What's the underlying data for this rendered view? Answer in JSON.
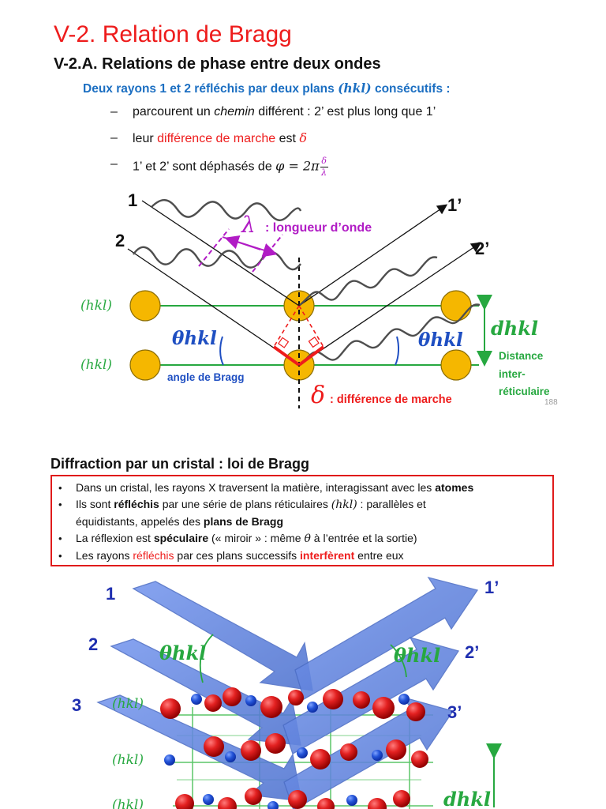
{
  "header": {
    "title": "V-2. Relation de Bragg",
    "subtitle": "V-2.A. Relations de phase entre deux ondes",
    "intro": "Deux rayons 1 et 2 réfléchis par deux plans",
    "intro_math": "(hkl)",
    "intro_suffix": "consécutifs :"
  },
  "bullets": [
    {
      "prefix": "parcourent un ",
      "emphasis": "chemin",
      "suffix": " différent : 2’ est plus long que 1’"
    },
    {
      "prefix": "leur ",
      "highlight": "différence de marche",
      "middle": " est ",
      "symbol": "δ"
    },
    {
      "prefix": "1’ et 2’ sont déphasés de ",
      "formula": "φ = 2π",
      "fraction_num": "δ",
      "fraction_den": "λ"
    }
  ],
  "diagram_top": {
    "ray_labels": [
      "1",
      "2",
      "1’",
      "2’"
    ],
    "plane_labels": [
      "(hkl)",
      "(hkl)"
    ],
    "lambda_symbol": "λ",
    "lambda_text": ": longueur d’onde",
    "theta_symbol": "θhkl",
    "angle_label": "angle de Bragg",
    "delta_symbol": "δ",
    "delta_text": ": différence de marche",
    "d_symbol": "dhkl",
    "distance_label": [
      "Distance",
      "inter-",
      "réticulaire"
    ],
    "slide_number": "188"
  },
  "section2": {
    "title": "Diffraction par un cristal : loi de Bragg",
    "items": [
      {
        "parts": [
          {
            "text": "Dans un cristal, les rayons X traversent la matière, interagissant avec les ",
            "style": "normal"
          },
          {
            "text": "atomes",
            "style": "bold"
          }
        ]
      },
      {
        "parts": [
          {
            "text": "Ils sont ",
            "style": "normal"
          },
          {
            "text": "réfléchis",
            "style": "bold"
          },
          {
            "text": " par une série de plans réticulaires ",
            "style": "normal"
          },
          {
            "text": "(hkl)",
            "style": "math"
          },
          {
            "text": " : parallèles et",
            "style": "normal"
          }
        ]
      },
      {
        "parts": [
          {
            "text": "équidistants, appelés des ",
            "style": "normal"
          },
          {
            "text": "plans de Bragg",
            "style": "bold"
          }
        ]
      },
      {
        "parts": [
          {
            "text": "La réflexion est ",
            "style": "normal"
          },
          {
            "text": "spéculaire",
            "style": "bold"
          },
          {
            "text": " (« miroir » : même ",
            "style": "normal"
          },
          {
            "text": "θ",
            "style": "math"
          },
          {
            "text": " à l’entrée et la sortie)",
            "style": "normal"
          }
        ]
      },
      {
        "parts": [
          {
            "text": "Les rayons ",
            "style": "normal"
          },
          {
            "text": "réfléchis",
            "style": "red"
          },
          {
            "text": " par ces plans successifs ",
            "style": "normal"
          },
          {
            "text": "interfèrent",
            "style": "boldred"
          },
          {
            "text": " entre eux",
            "style": "normal"
          }
        ]
      }
    ]
  },
  "diagram_bottom": {
    "incoming_labels": [
      "1",
      "2",
      "3"
    ],
    "outgoing_labels": [
      "1’",
      "2’",
      "3’"
    ],
    "plane_labels": [
      "(hkl)",
      "(hkl)",
      "(hkl)"
    ],
    "theta_symbol": "θhkl",
    "d_symbol": "dhkl"
  },
  "colors": {
    "title_red": "#ee1c1c",
    "intro_blue": "#1c6fc2",
    "purple": "#b11cc5",
    "green": "#27a840",
    "orange": "#f5b700",
    "arrow_blue": "#5b7fd8"
  }
}
